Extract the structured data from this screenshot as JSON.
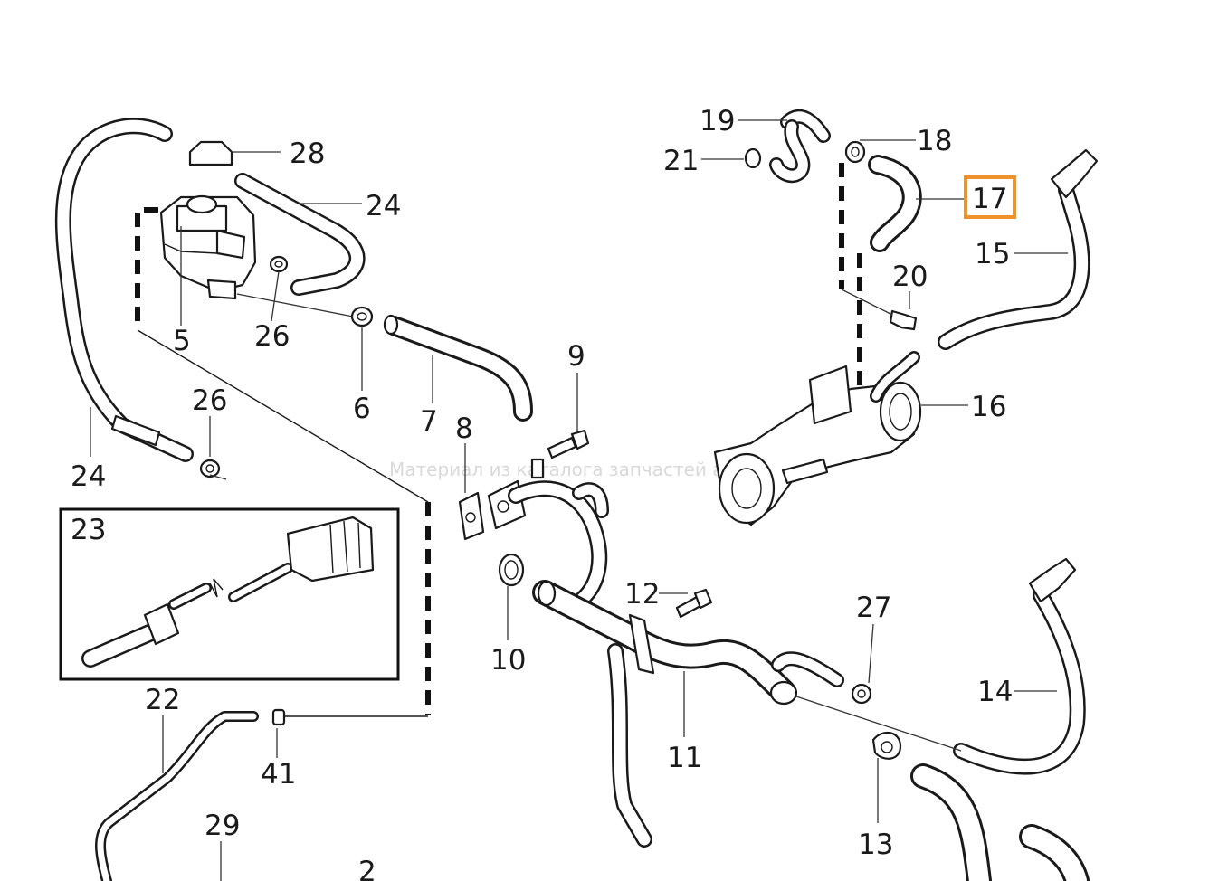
{
  "watermark": "Материал из каталога запчастей autodoc",
  "highlighted_part": "17",
  "callouts": {
    "c28": "28",
    "c24a": "24",
    "c5": "5",
    "c26a": "26",
    "c6": "6",
    "c7": "7",
    "c9": "9",
    "c8": "8",
    "c26b": "26",
    "c24b": "24",
    "c23": "23",
    "c22": "22",
    "c41": "41",
    "c29": "29",
    "c2": "2",
    "c10": "10",
    "c12": "12",
    "c11": "11",
    "c27": "27",
    "c13": "13",
    "c14": "14",
    "c19": "19",
    "c18": "18",
    "c21": "21",
    "c17": "17",
    "c15": "15",
    "c20": "20",
    "c16": "16"
  }
}
